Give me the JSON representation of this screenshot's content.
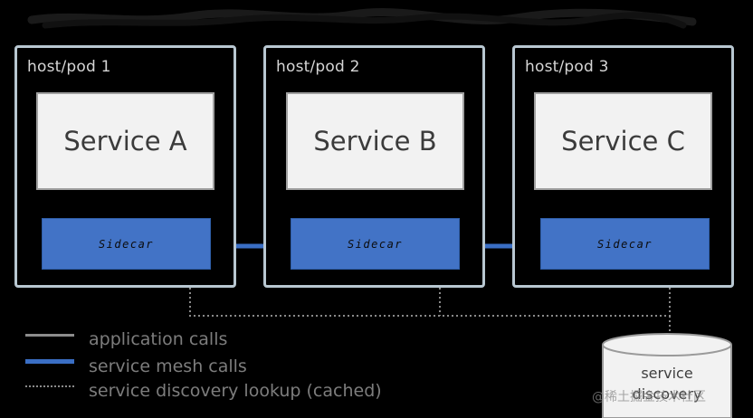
{
  "pods": [
    {
      "label": "host/pod 1",
      "service": "Service A",
      "sidecar": "Sidecar"
    },
    {
      "label": "host/pod 2",
      "service": "Service B",
      "sidecar": "Sidecar"
    },
    {
      "label": "host/pod 3",
      "service": "Service C",
      "sidecar": "Sidecar"
    }
  ],
  "legend": {
    "application_calls": "application calls",
    "service_mesh_calls": "service mesh calls",
    "service_discovery": "service discovery lookup (cached)"
  },
  "service_discovery": {
    "line1": "service",
    "line2": "discovery"
  },
  "watermark": "@稀土掘金技术社区",
  "colors": {
    "pod_border": "#b8c7d1",
    "sidecar_blue": "#4273c6",
    "mesh_line": "#3a6ec4",
    "app_line": "#8c8c8c",
    "dotted_line": "#8a8a8a",
    "legend_text": "#7d7d7d"
  }
}
